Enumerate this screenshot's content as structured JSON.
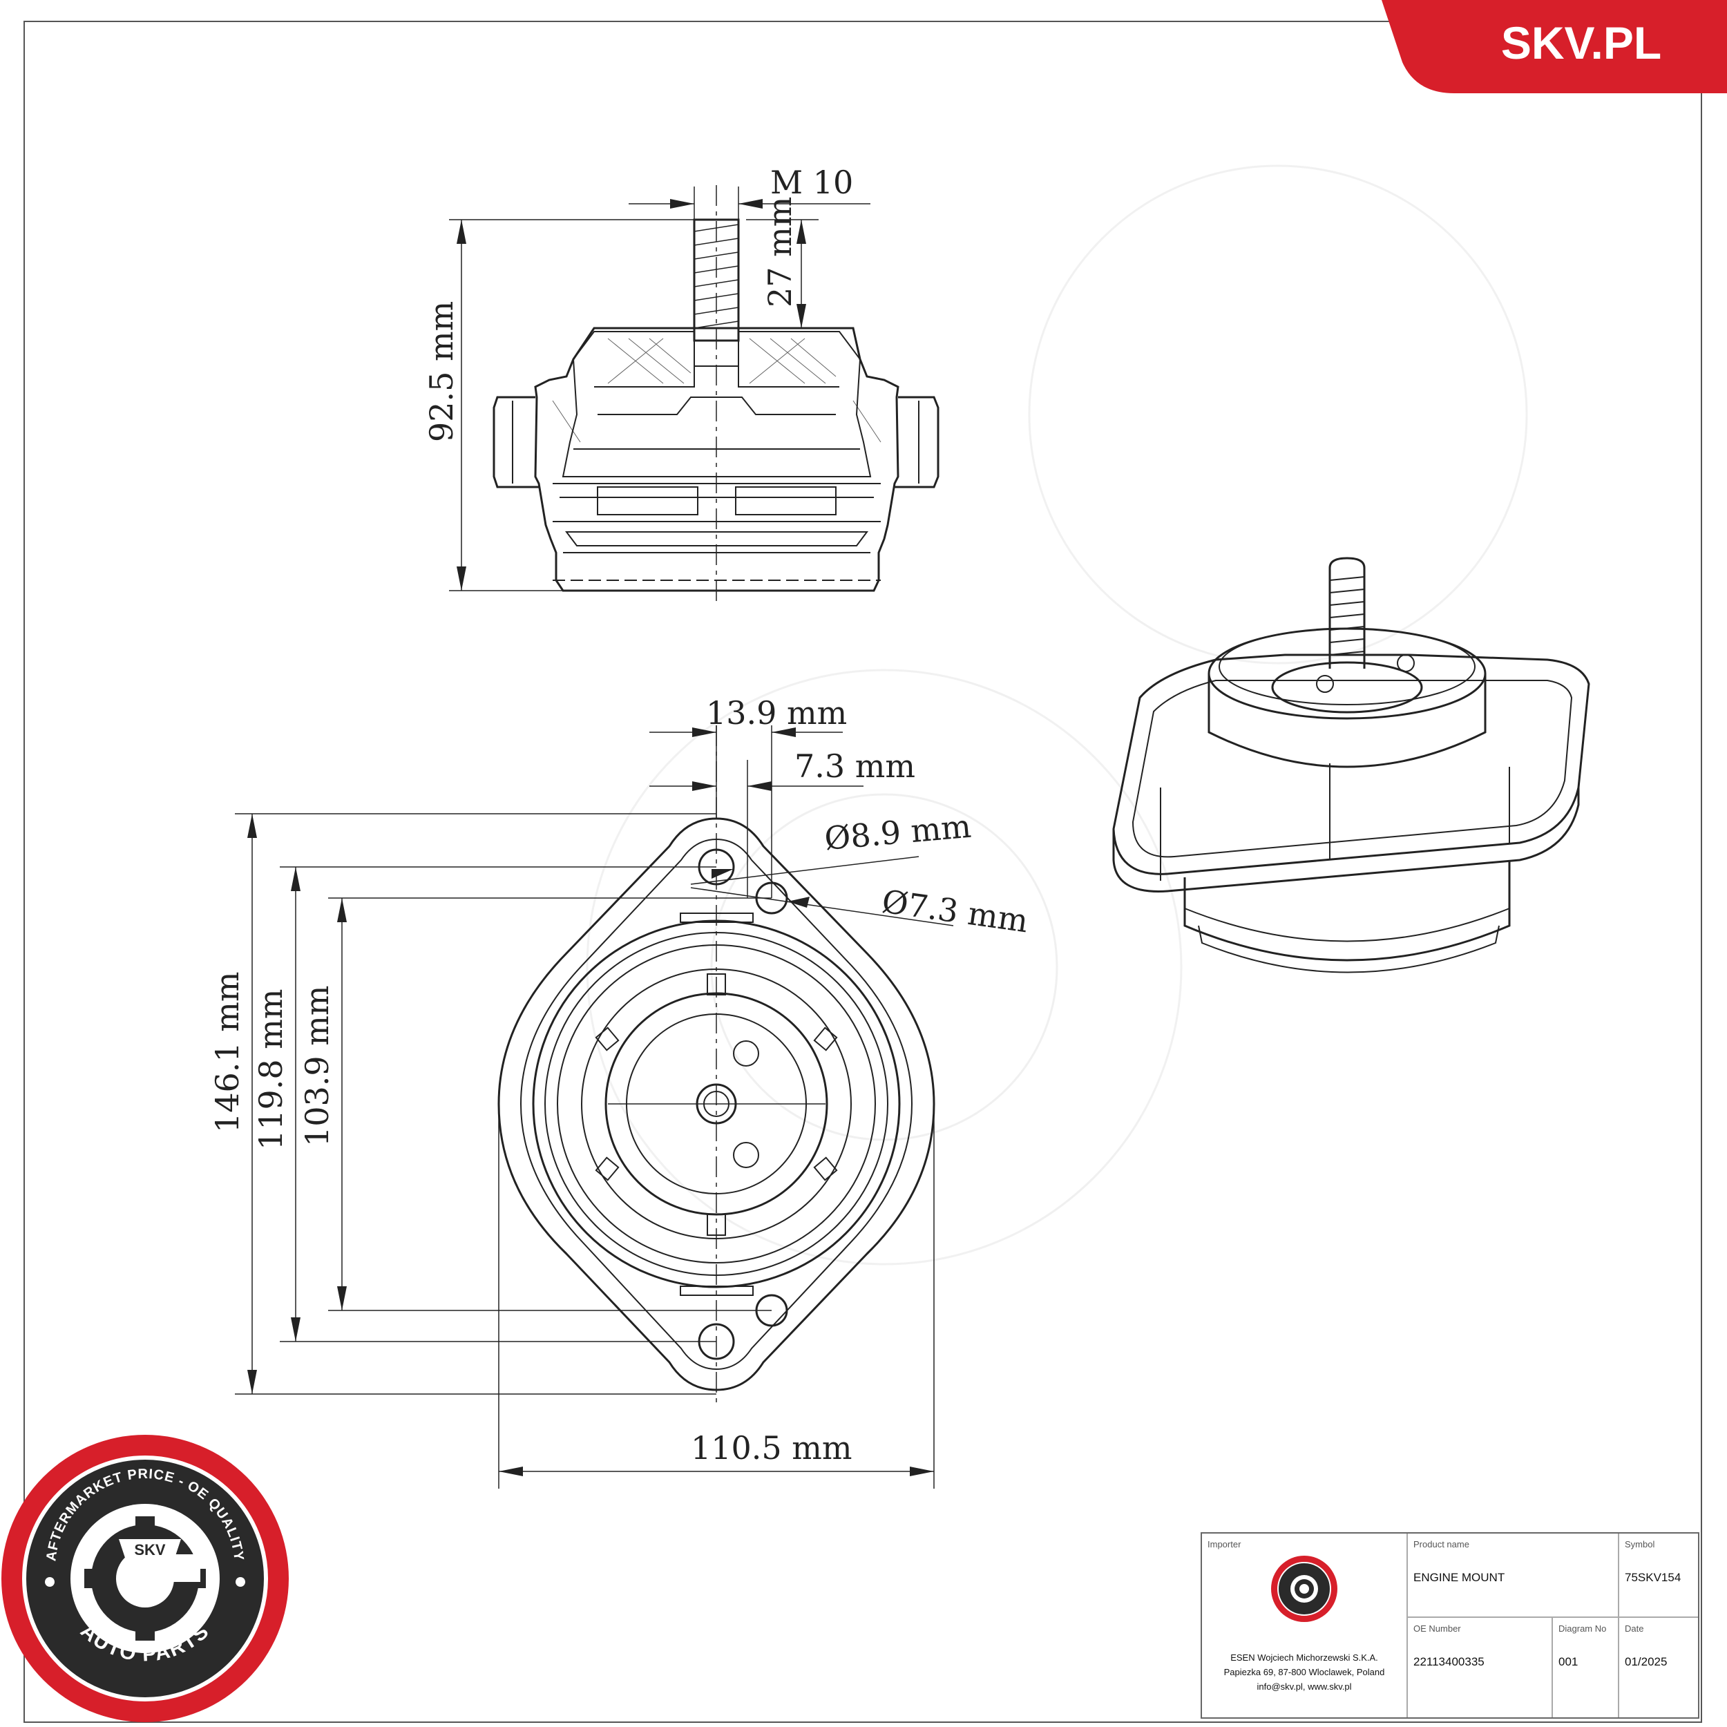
{
  "brand": {
    "site": "SKV.PL",
    "badge_text": "SKV",
    "badge_ring_top": "AFTERMARKET PRICE - OE QUALITY",
    "badge_ring_bottom": "AUTO PARTS"
  },
  "colors": {
    "brand_red": "#d71f2a",
    "line": "#222222",
    "badge_dark": "#2a2a2a"
  },
  "side_view": {
    "thread": "M 10",
    "height": "92.5 mm",
    "stud_length": "27 mm"
  },
  "top_view": {
    "width": "110.5 mm",
    "offset_1": "13.9 mm",
    "offset_2": "7.3 mm",
    "hole_1": "Ø8.9 mm",
    "hole_2": "Ø7.3 mm",
    "height_total": "146.1 mm",
    "height_2": "119.8 mm",
    "height_3": "103.9 mm"
  },
  "title_block": {
    "importer_label": "Importer",
    "importer_lines": [
      "ESEN Wojciech Michorzewski S.K.A.",
      "Papiezka 69, 87-800 Wloclawek, Poland",
      "info@skv.pl, www.skv.pl"
    ],
    "product_name_label": "Product name",
    "product_name": "ENGINE MOUNT",
    "symbol_label": "Symbol",
    "symbol": "75SKV154",
    "oe_number_label": "OE Number",
    "oe_number": "22113400335",
    "diagram_no_label": "Diagram No",
    "diagram_no": "001",
    "date_label": "Date",
    "date": "01/2025"
  }
}
